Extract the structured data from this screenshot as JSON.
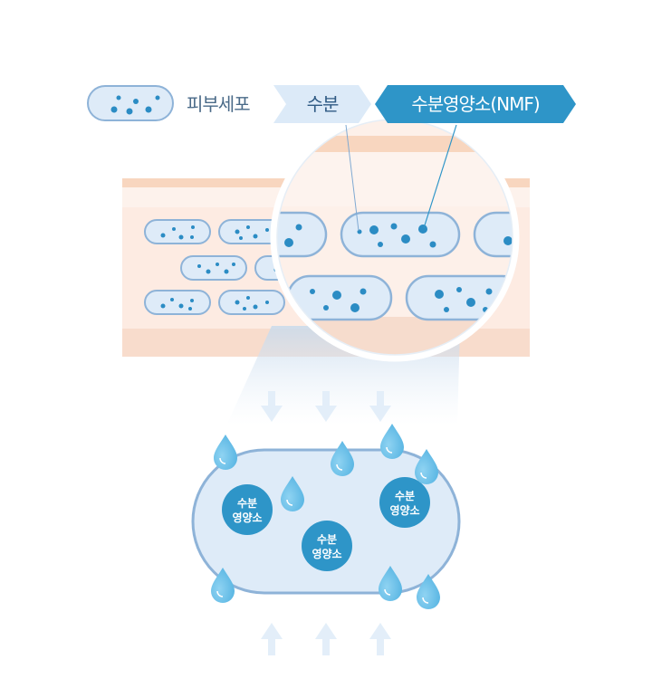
{
  "legend": {
    "cell_label": "피부세포",
    "water_label": "수분",
    "nmf_label": "수분영양소(NMF)"
  },
  "nmf_circle": {
    "line1": "수분",
    "line2": "영양소"
  },
  "colors": {
    "cell_fill": "#deebf8",
    "cell_border": "#8eb3d8",
    "dot": "#2b8cc4",
    "nmf_tag": "#2e95c8",
    "water_tag": "#dceaf8",
    "skin_top": "#f8d6bf",
    "skin_mid": "#fdebe2",
    "skin_bottom": "#f8dccc",
    "drop": "#6cc0e8",
    "arrow": "#e3eef9"
  },
  "icons": [
    "water-drop-icon",
    "arrow-down-icon",
    "arrow-up-icon"
  ]
}
